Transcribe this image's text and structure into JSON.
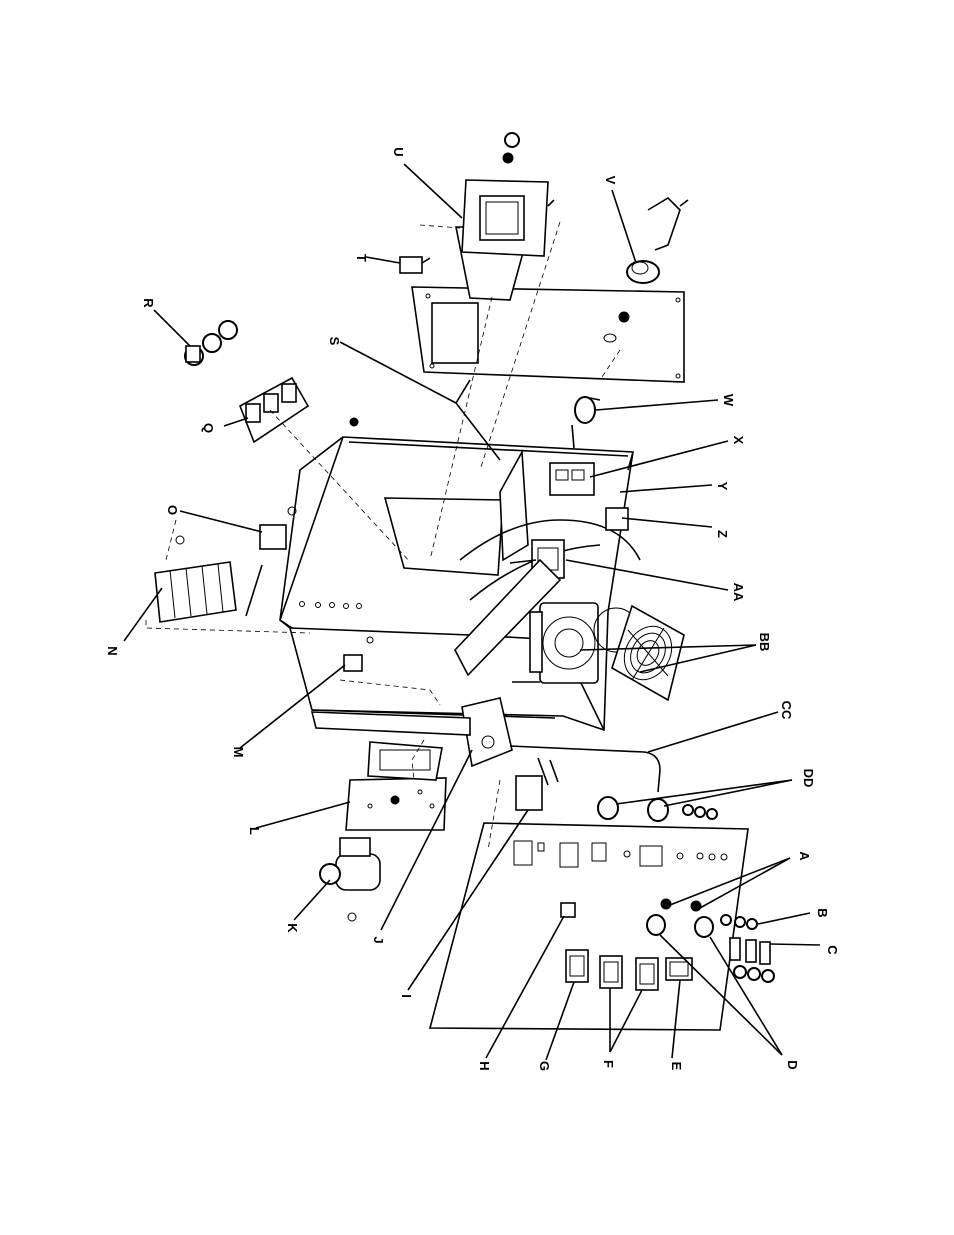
{
  "diagram": {
    "labels": {
      "A": "A",
      "B": "B",
      "C": "C",
      "D": "D",
      "E": "E",
      "F": "F",
      "G": "G",
      "H": "H",
      "I": "I",
      "J": "J",
      "K": "K",
      "L": "L",
      "M": "M",
      "N": "N",
      "O": "O",
      "Q": "Q",
      "R": "R",
      "S": "S",
      "T": "T",
      "U": "U",
      "V": "V",
      "W": "W",
      "X": "X",
      "Y": "Y",
      "Z": "Z",
      "AA": "AA",
      "BB": "BB",
      "CC": "CC",
      "DD": "DD"
    }
  }
}
